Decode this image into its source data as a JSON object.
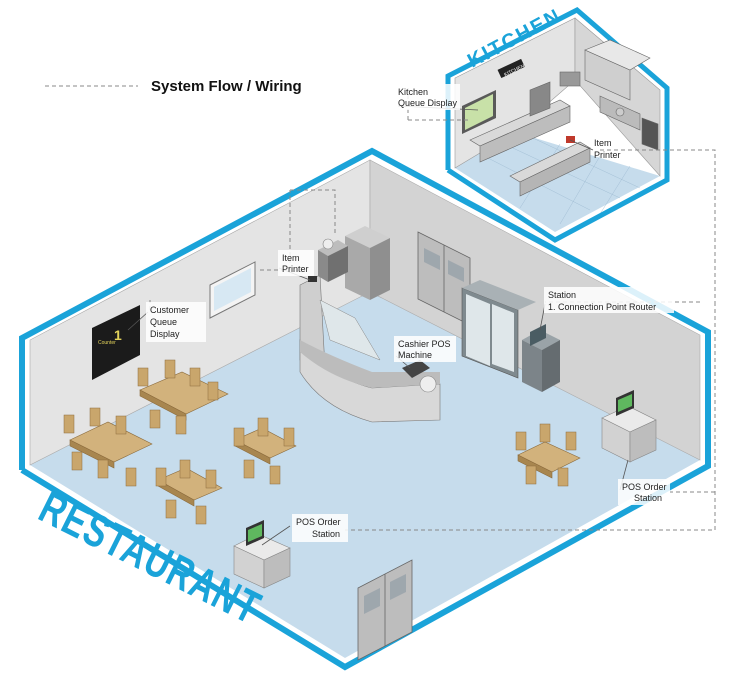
{
  "title": "System Flow / Wiring",
  "rooms": {
    "restaurant": "RESTAURANT",
    "kitchen": "KITCHEN"
  },
  "labels": {
    "kitchen_queue_display": [
      "Kitchen",
      "Queue Display"
    ],
    "kitchen_item_printer": [
      "Item",
      "Printer"
    ],
    "item_printer": [
      "Item",
      "Printer"
    ],
    "customer_queue_display": [
      "Customer",
      "Queue",
      "Display"
    ],
    "cashier_pos": [
      "Cashier POS",
      "Machine"
    ],
    "station_router": [
      "Station",
      "1. Connection Point Router"
    ],
    "pos_order_station_left": [
      "POS Order",
      "Station"
    ],
    "pos_order_station_right": [
      "POS Order",
      "Station"
    ]
  },
  "signs": {
    "kitchen_sign": "KITCHEN",
    "queue_counter": "Counter",
    "queue_number": "1"
  },
  "colors": {
    "accent": "#1aa3d9",
    "floor": "#c6dcec",
    "wall": "#e4e4e4",
    "wood": "#d2b27c"
  }
}
